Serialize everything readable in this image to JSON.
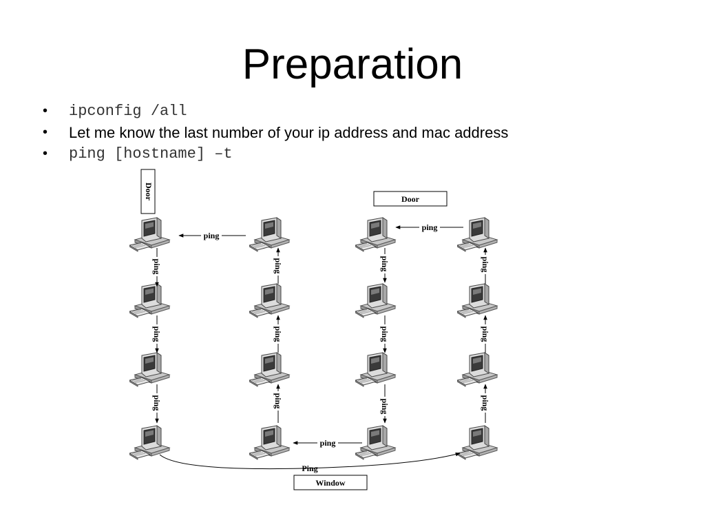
{
  "slide": {
    "title": "Preparation",
    "bullets": [
      {
        "text": "ipconfig /all",
        "style": "mono"
      },
      {
        "text": "Let me know the last number of your ip address and mac address",
        "style": "sans"
      },
      {
        "text": "ping [hostname] –t",
        "style": "mono"
      }
    ]
  },
  "diagram": {
    "labels": {
      "door_left": "Door",
      "door_right": "Door",
      "window": "Window",
      "ping": "ping",
      "ping_curve": "Ping"
    },
    "computer_icon": "desktop-computer-icon",
    "rows_per_column": 4,
    "columns": 4,
    "ping_links": [
      {
        "from": "col2-row1",
        "to": "col1-row1",
        "label": "ping"
      },
      {
        "from": "col1-row1",
        "to": "col1-row2",
        "label": "ping"
      },
      {
        "from": "col1-row2",
        "to": "col1-row3",
        "label": "ping"
      },
      {
        "from": "col1-row3",
        "to": "col1-row4",
        "label": "ping"
      },
      {
        "from": "col1-row4",
        "to": "col4-row4",
        "label": "Ping"
      },
      {
        "from": "col4-row4",
        "to": "col4-row3",
        "label": "ping"
      },
      {
        "from": "col4-row3",
        "to": "col4-row2",
        "label": "ping"
      },
      {
        "from": "col4-row2",
        "to": "col4-row1",
        "label": "ping"
      },
      {
        "from": "col4-row1",
        "to": "col3-row1",
        "label": "ping"
      },
      {
        "from": "col3-row1",
        "to": "col3-row2",
        "label": "ping"
      },
      {
        "from": "col3-row2",
        "to": "col3-row3",
        "label": "ping"
      },
      {
        "from": "col3-row3",
        "to": "col3-row4",
        "label": "ping"
      },
      {
        "from": "col3-row4",
        "to": "col2-row4",
        "label": "ping"
      },
      {
        "from": "col2-row4",
        "to": "col2-row3",
        "label": "ping"
      },
      {
        "from": "col2-row3",
        "to": "col2-row2",
        "label": "ping"
      },
      {
        "from": "col2-row2",
        "to": "col2-row1",
        "label": "ping"
      }
    ]
  }
}
